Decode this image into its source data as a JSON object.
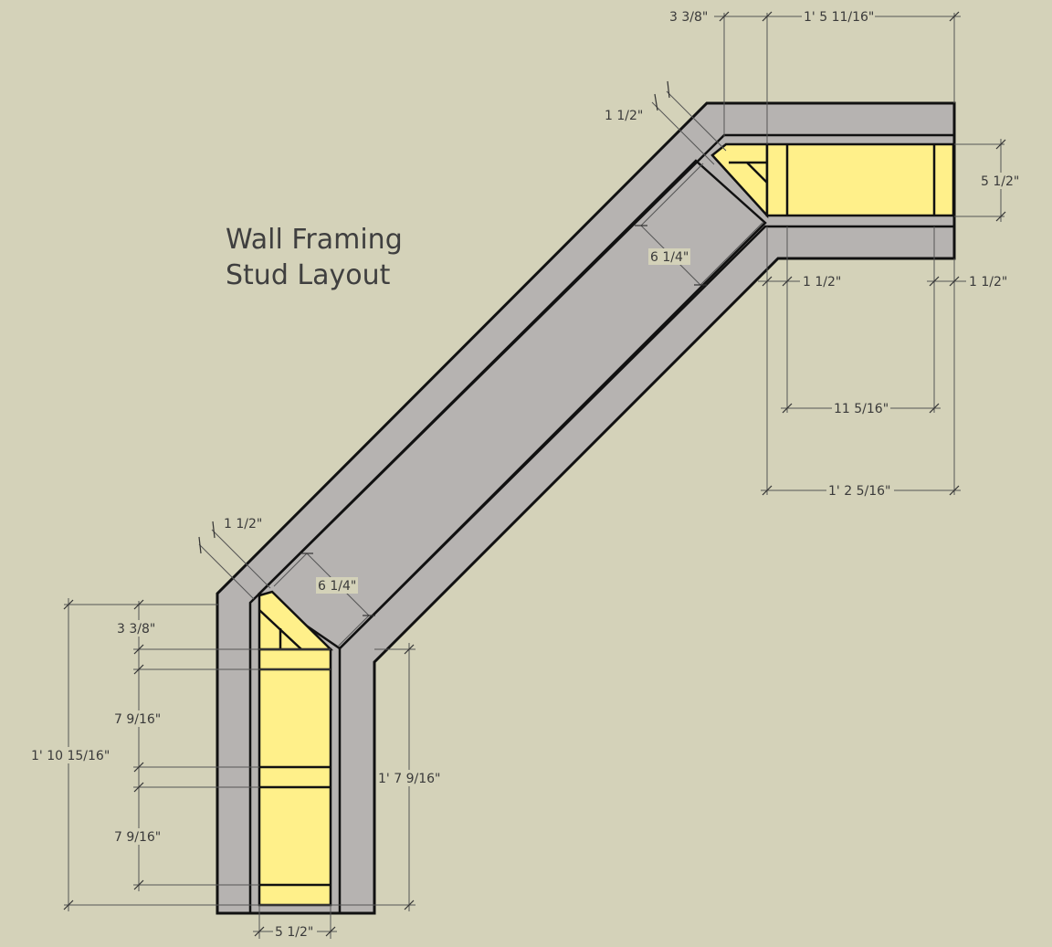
{
  "title": {
    "line1": "Wall Framing",
    "line2": "Stud Layout"
  },
  "dimensions": {
    "top_left_offset": "3 3/8\"",
    "top_overall": "1' 5 11/16\"",
    "top_diag_plate": "1 1/2\"",
    "right_wall_width": "5 1/2\"",
    "top_diag_width": "6 1/4\"",
    "right_plate_left": "1 1/2\"",
    "right_plate_right": "1 1/2\"",
    "right_between": "11 5/16\"",
    "right_overall": "1' 2 5/16\"",
    "bottom_diag_plate": "1 1/2\"",
    "bottom_diag_width": "6 1/4\"",
    "left_top_offset": "3 3/8\"",
    "left_spacing_1": "7 9/16\"",
    "left_spacing_2": "7 9/16\"",
    "left_overall": "1' 10 15/16\"",
    "left_inner_overall": "1' 7 9/16\"",
    "bottom_wall_width": "5 1/2\""
  },
  "colors": {
    "background": "#d4d2b9",
    "wall": "#b6b3b1",
    "stud": "#fff08a",
    "outline": "#111111"
  }
}
